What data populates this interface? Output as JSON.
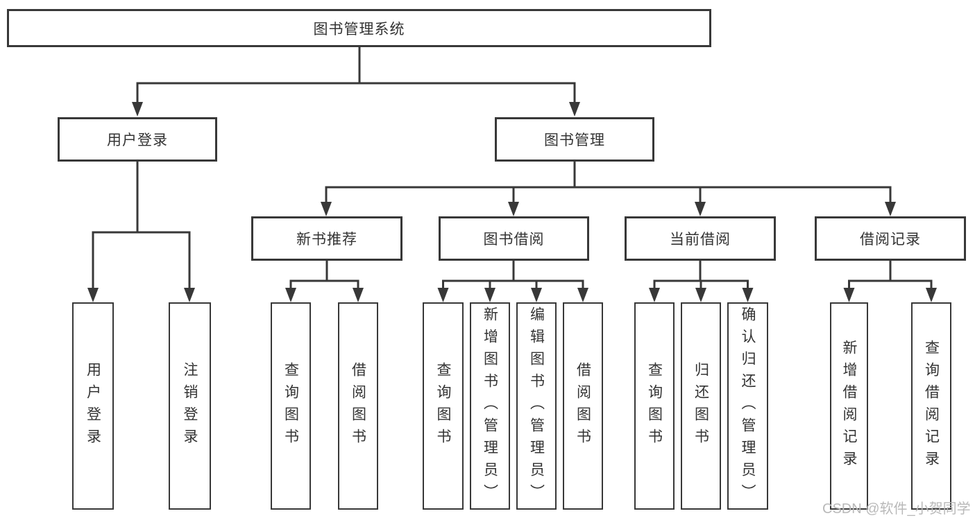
{
  "colors": {
    "background": "#ffffff",
    "line": "#383838",
    "box_border": "#383838",
    "text": "#333333",
    "watermark": "#b9b9b9"
  },
  "watermark": {
    "text": "CSDN @软件_小贺同学"
  },
  "tree": {
    "root": {
      "label": "图书管理系统"
    },
    "children": [
      {
        "label": "用户登录",
        "children": [
          {
            "label": "用户登录"
          },
          {
            "label": "注销登录"
          }
        ]
      },
      {
        "label": "图书管理",
        "children": [
          {
            "label": "新书推荐",
            "children": [
              {
                "label": "查询图书"
              },
              {
                "label": "借阅图书"
              }
            ]
          },
          {
            "label": "图书借阅",
            "children": [
              {
                "label": "查询图书"
              },
              {
                "label": "新增图书（管理员）"
              },
              {
                "label": "编辑图书（管理员）"
              },
              {
                "label": "借阅图书"
              }
            ]
          },
          {
            "label": "当前借阅",
            "children": [
              {
                "label": "查询图书"
              },
              {
                "label": "归还图书"
              },
              {
                "label": "确认归还（管理员）"
              }
            ]
          },
          {
            "label": "借阅记录",
            "children": [
              {
                "label": "新增借阅记录"
              },
              {
                "label": "查询借阅记录"
              }
            ]
          }
        ]
      }
    ]
  }
}
